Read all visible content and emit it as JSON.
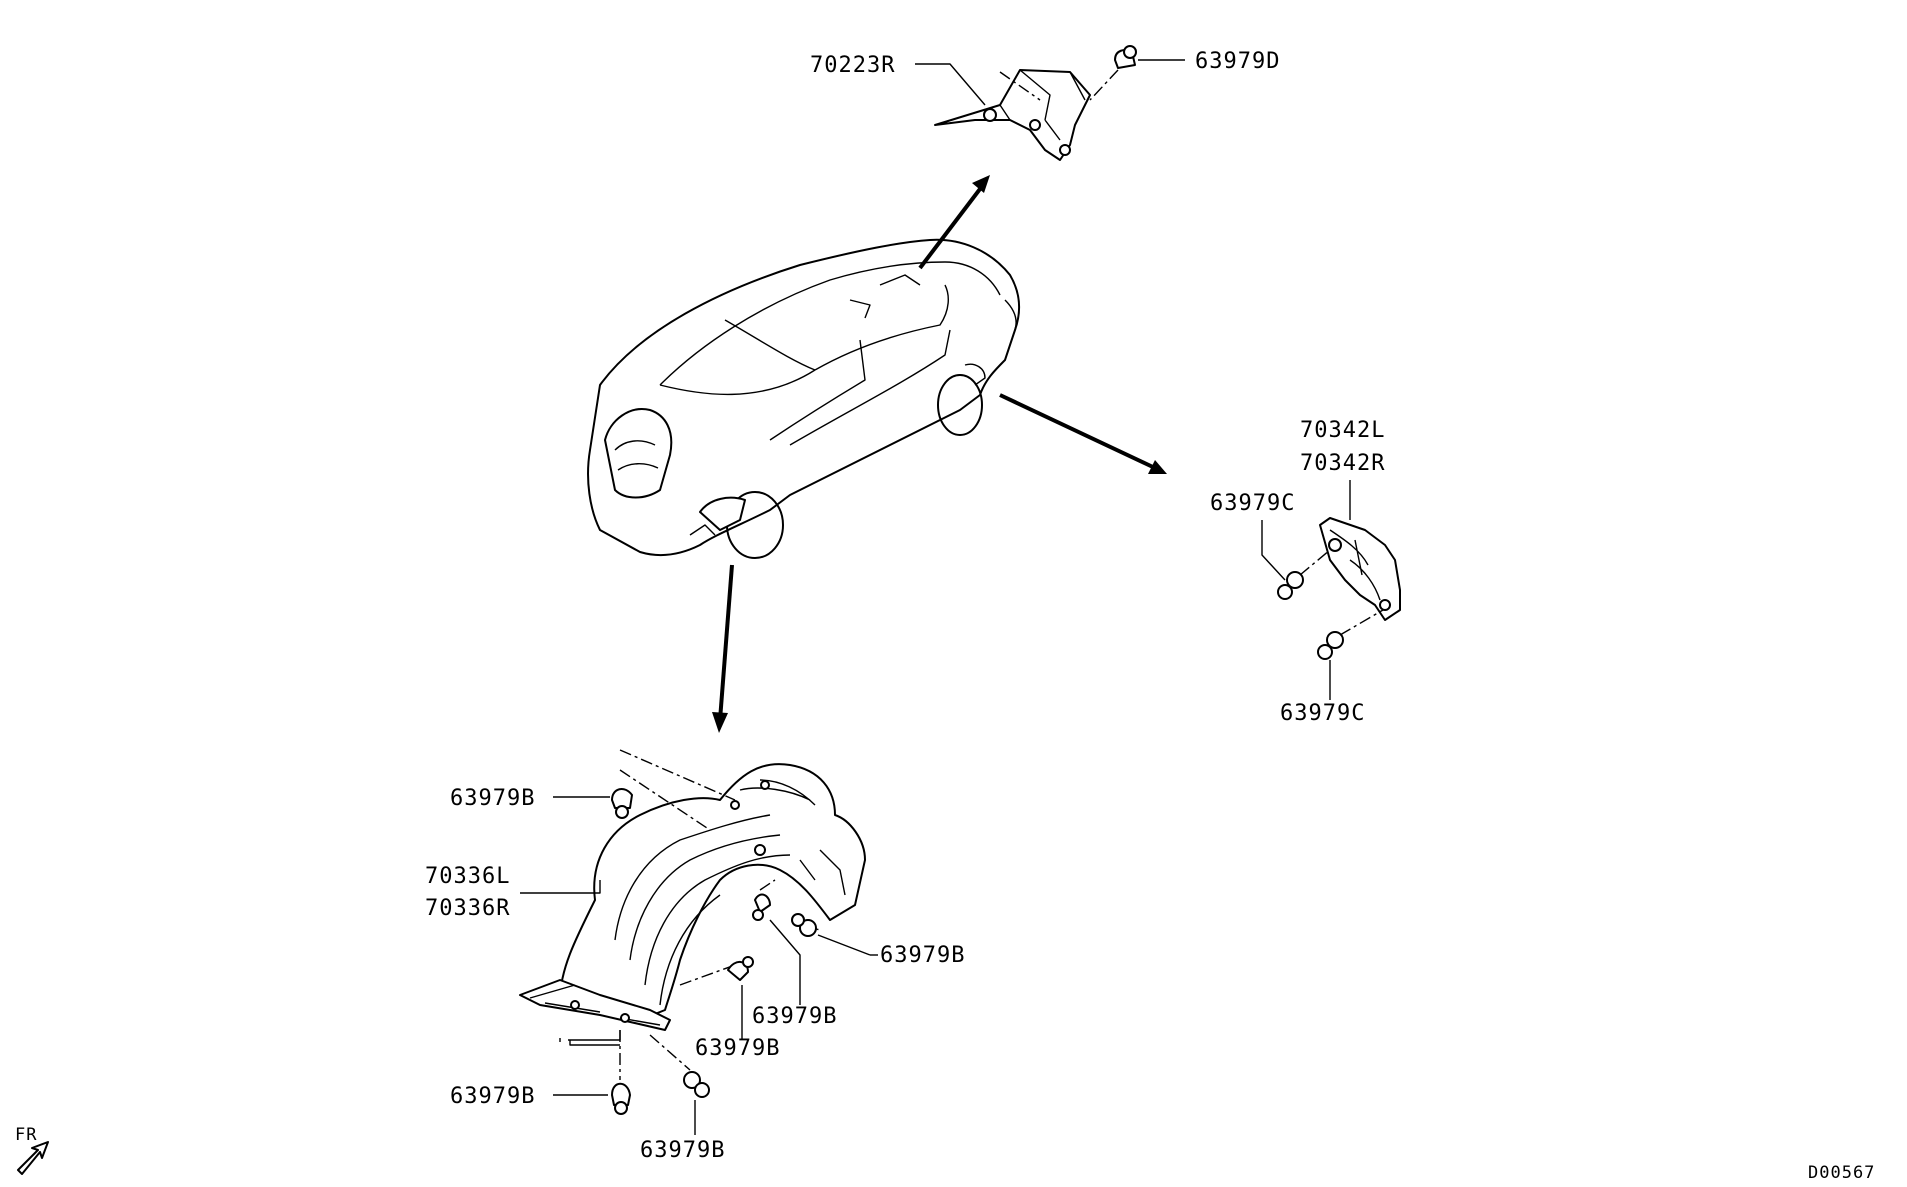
{
  "diagram": {
    "drawing_code": "D00567",
    "direction_label": "FR",
    "callouts": {
      "rear_trim_part": "70223R",
      "rear_trim_clip": "63979D",
      "splash_shield_left": "70342L",
      "splash_shield_right": "70342R",
      "splash_clip_upper": "63979C",
      "splash_clip_lower": "63979C",
      "liner_left": "70336L",
      "liner_right": "70336R",
      "liner_clip_top": "63979B",
      "liner_clip_right": "63979B",
      "liner_clip_middle_a": "63979B",
      "liner_clip_middle_b": "63979B",
      "liner_clip_bottom_left": "63979B",
      "liner_clip_bottom_right": "63979B"
    }
  }
}
